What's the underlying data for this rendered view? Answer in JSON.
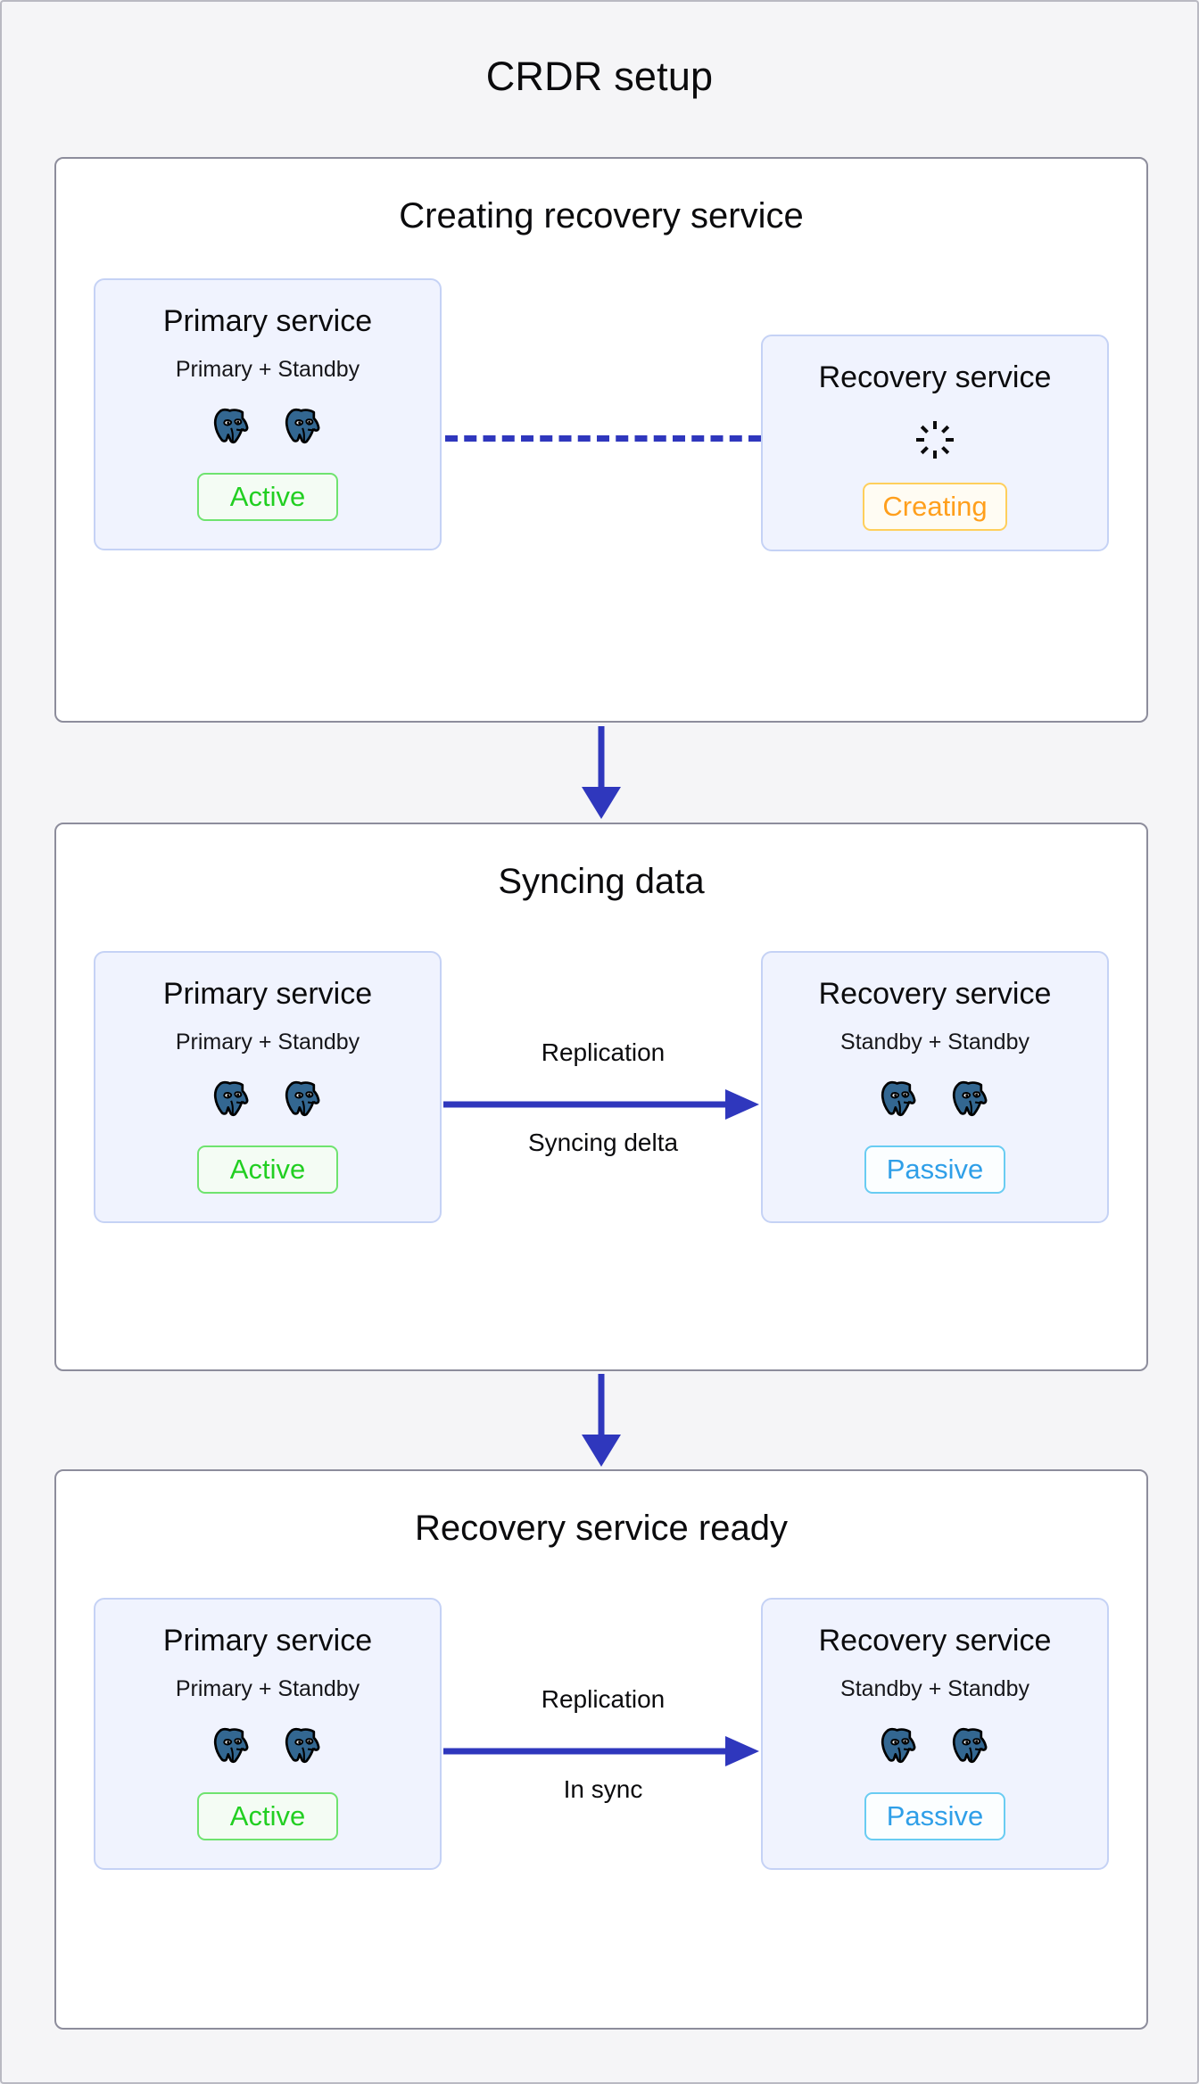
{
  "diagram": {
    "title": "CRDR setup",
    "accent_blue": "#2f37bd",
    "panel_border": "#8d8d9c",
    "card_bg": "#f0f3fe",
    "card_border": "#c5d2f5",
    "canvas_bg": "#f5f5f7"
  },
  "stages": [
    {
      "title": "Creating recovery service",
      "left": {
        "title": "Primary service",
        "subtitle": "Primary + Standby",
        "node_count": 2,
        "node_icon": "postgresql-elephant-icon",
        "status": "Active",
        "status_kind": "active",
        "status_color": "#22cf22"
      },
      "right": {
        "title": "Recovery service",
        "subtitle": "",
        "node_count": 0,
        "node_icon": "loading-spinner-icon",
        "status": "Creating",
        "status_kind": "creating",
        "status_color": "#ff9f1c"
      },
      "connector": {
        "style": "dashed",
        "arrow": false,
        "label_top": "",
        "label_bottom": ""
      }
    },
    {
      "title": "Syncing data",
      "left": {
        "title": "Primary service",
        "subtitle": "Primary + Standby",
        "node_count": 2,
        "node_icon": "postgresql-elephant-icon",
        "status": "Active",
        "status_kind": "active",
        "status_color": "#22cf22"
      },
      "right": {
        "title": "Recovery service",
        "subtitle": "Standby + Standby",
        "node_count": 2,
        "node_icon": "postgresql-elephant-icon",
        "status": "Passive",
        "status_kind": "passive",
        "status_color": "#2f9fe8"
      },
      "connector": {
        "style": "solid",
        "arrow": true,
        "label_top": "Replication",
        "label_bottom": "Syncing delta"
      }
    },
    {
      "title": "Recovery service ready",
      "left": {
        "title": "Primary service",
        "subtitle": "Primary + Standby",
        "node_count": 2,
        "node_icon": "postgresql-elephant-icon",
        "status": "Active",
        "status_kind": "active",
        "status_color": "#22cf22"
      },
      "right": {
        "title": "Recovery service",
        "subtitle": "Standby + Standby",
        "node_count": 2,
        "node_icon": "postgresql-elephant-icon",
        "status": "Passive",
        "status_kind": "passive",
        "status_color": "#2f9fe8"
      },
      "connector": {
        "style": "solid",
        "arrow": true,
        "label_top": "Replication",
        "label_bottom": "In sync"
      }
    }
  ],
  "flow_arrows": [
    {
      "direction": "down",
      "from_stage": 0,
      "to_stage": 1
    },
    {
      "direction": "down",
      "from_stage": 1,
      "to_stage": 2
    }
  ]
}
